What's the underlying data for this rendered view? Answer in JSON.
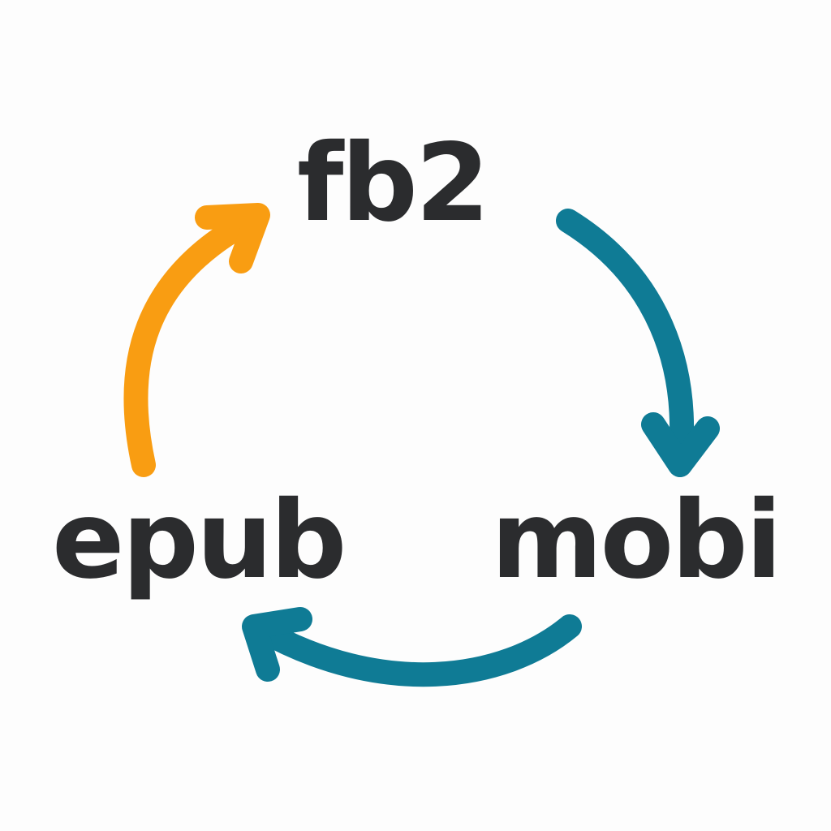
{
  "nodes": {
    "fb2": {
      "label": "fb2"
    },
    "epub": {
      "label": "epub"
    },
    "mobi": {
      "label": "mobi"
    }
  },
  "edges": [
    {
      "from": "epub",
      "to": "fb2",
      "color": "#f99d12"
    },
    {
      "from": "fb2",
      "to": "mobi",
      "color": "#0f7b95"
    },
    {
      "from": "mobi",
      "to": "epub",
      "color": "#0f7b95"
    }
  ],
  "colors": {
    "text": "#2b2c2e",
    "background": "#fdfdfd"
  }
}
